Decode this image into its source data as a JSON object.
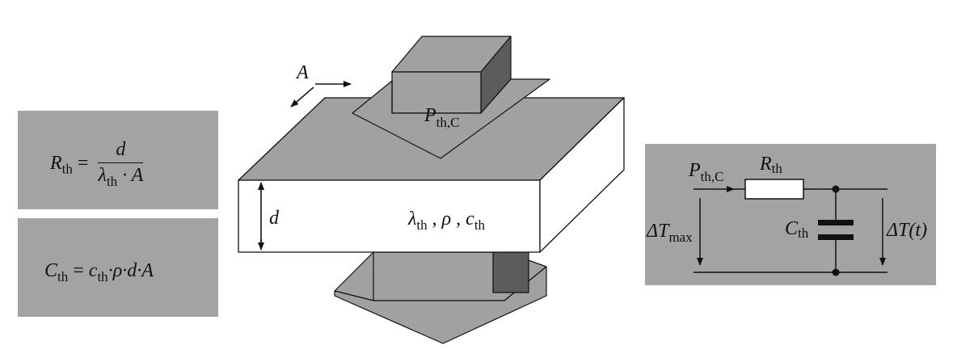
{
  "formulas": {
    "rth": {
      "lhs_sym": "R",
      "lhs_sub": "th",
      "eq": "=",
      "num": "d",
      "den_sym": "λ",
      "den_sub": "th",
      "den_rest": " · A"
    },
    "cth": {
      "lhs_sym": "C",
      "lhs_sub": "th",
      "eq": "=",
      "rhs_sym": "c",
      "rhs_sub": "th",
      "rhs_rest": "·ρ·d·A"
    }
  },
  "block_labels": {
    "area": "A",
    "thickness": "d",
    "power_sym": "P",
    "power_sub": "th,C",
    "props": [
      {
        "sym": "λ",
        "sub": "th"
      },
      {
        "sym": "ρ",
        "sub": ""
      },
      {
        "sym": "c",
        "sub": "th"
      }
    ]
  },
  "circuit": {
    "input_sym": "P",
    "input_sub": "th,C",
    "resistor_sym": "R",
    "resistor_sub": "th",
    "capacitor_sym": "C",
    "capacitor_sub": "th",
    "delta_max_sym": "ΔT",
    "delta_max_sub": "max",
    "delta_t": "ΔT(t)"
  },
  "colors": {
    "panel_gray": "#a3a3a3",
    "face_gray": "#a1a1a1",
    "dark_face": "#5c5c5c",
    "white_face": "#ffffff",
    "line": "#111111"
  }
}
